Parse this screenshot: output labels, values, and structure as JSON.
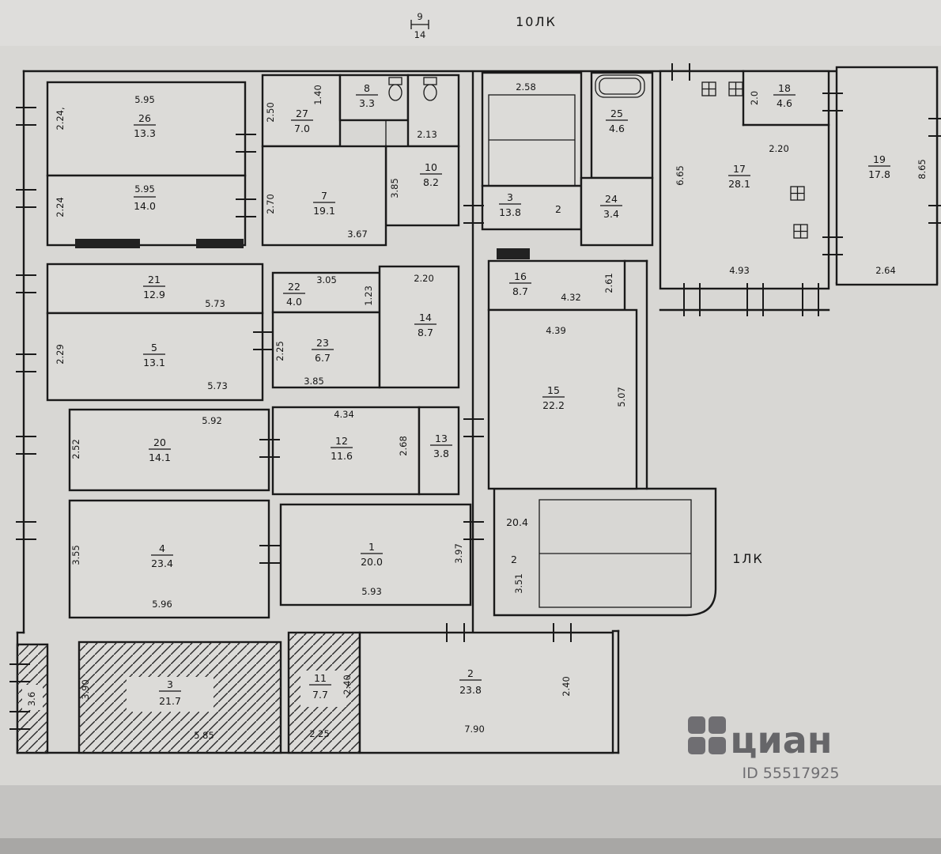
{
  "page": {
    "top_marker": {
      "num": "9",
      "den": "14"
    },
    "stair_top_label": "10ЛК",
    "stair_bottom_label": "1ЛК"
  },
  "watermark": {
    "brand": "циан",
    "id_text": "ID 55517925"
  },
  "rooms": {
    "r26": {
      "num": "26",
      "area": "13.3",
      "dim_top": "5.95",
      "dim_left": "2.24,"
    },
    "r6": {
      "area": "14.0",
      "dim_top": "5.95",
      "dim_left": "2.24"
    },
    "r21": {
      "num": "21",
      "area": "12.9",
      "dim_bottom": "5.73"
    },
    "r5": {
      "num": "5",
      "area": "13.1",
      "dim_left": "2.29",
      "dim_bottom": "5.73"
    },
    "r20": {
      "num": "20",
      "area": "14.1",
      "dim_top": "5.92",
      "dim_left": "2.52"
    },
    "r4": {
      "num": "4",
      "area": "23.4",
      "dim_left": "3.55",
      "dim_bottom": "5.96"
    },
    "r3a": {
      "num": "3",
      "area": "21.7",
      "dim_left": "3.90",
      "dim_bottom": "5.85"
    },
    "strip": {
      "area": "3.6"
    },
    "r11": {
      "num": "11",
      "area": "7.7",
      "dim_right": "2.40",
      "dim_bottom": "2.25"
    },
    "r2b": {
      "num": "2",
      "area": "23.8",
      "dim_right": "2.40",
      "dim_bottom": "7.90"
    },
    "r27": {
      "num": "27",
      "area": "7.0",
      "dim_left": "2.50",
      "dim_top": "1.40"
    },
    "r8": {
      "num": "8",
      "area": "3.3"
    },
    "r9": {
      "dim": "2.13"
    },
    "r10": {
      "num": "10",
      "area": "8.2",
      "dim_left": "3.85"
    },
    "r7": {
      "num": "7",
      "area": "19.1",
      "dim_left": "2.70",
      "dim_bottom": "3.67"
    },
    "r22": {
      "num": "22",
      "area": "4.0",
      "dim_top": "3.05",
      "dim_right": "1.23"
    },
    "r23": {
      "num": "23",
      "area": "6.7",
      "dim_left": "2.25",
      "dim_bottom": "3.85"
    },
    "r14": {
      "num": "14",
      "area": "8.7",
      "dim_top": "2.20"
    },
    "r12": {
      "num": "12",
      "area": "11.6",
      "dim_top": "4.34",
      "dim_right": "2.68"
    },
    "r13": {
      "num": "13",
      "area": "3.8"
    },
    "r1": {
      "num": "1",
      "area": "20.0",
      "dim_bottom": "5.93",
      "dim_right": "3.97"
    },
    "r3b": {
      "num": "3",
      "area": "13.8",
      "dim_top": "2.58"
    },
    "hall2": {
      "num": "2"
    },
    "r24": {
      "num": "24",
      "area": "3.4"
    },
    "r25": {
      "num": "25",
      "area": "4.6"
    },
    "r16": {
      "num": "16",
      "area": "8.7",
      "dim_bottom": "4.32",
      "dim_right": "2.61"
    },
    "r15": {
      "num": "15",
      "area": "22.2",
      "dim_top": "4.39",
      "dim_right": "5.07"
    },
    "stairhall": {
      "area": "20.4",
      "num": "2",
      "dim_left": "3.51"
    },
    "r17": {
      "num": "17",
      "area": "28.1",
      "dim_left": "6.65",
      "dim_top": "2.20",
      "dim_bottom": "4.93"
    },
    "r18": {
      "num": "18",
      "area": "4.6",
      "dim_left": "2.0"
    },
    "r19": {
      "num": "19",
      "area": "17.8",
      "dim_right": "8.65",
      "dim_bottom": "2.64"
    }
  }
}
